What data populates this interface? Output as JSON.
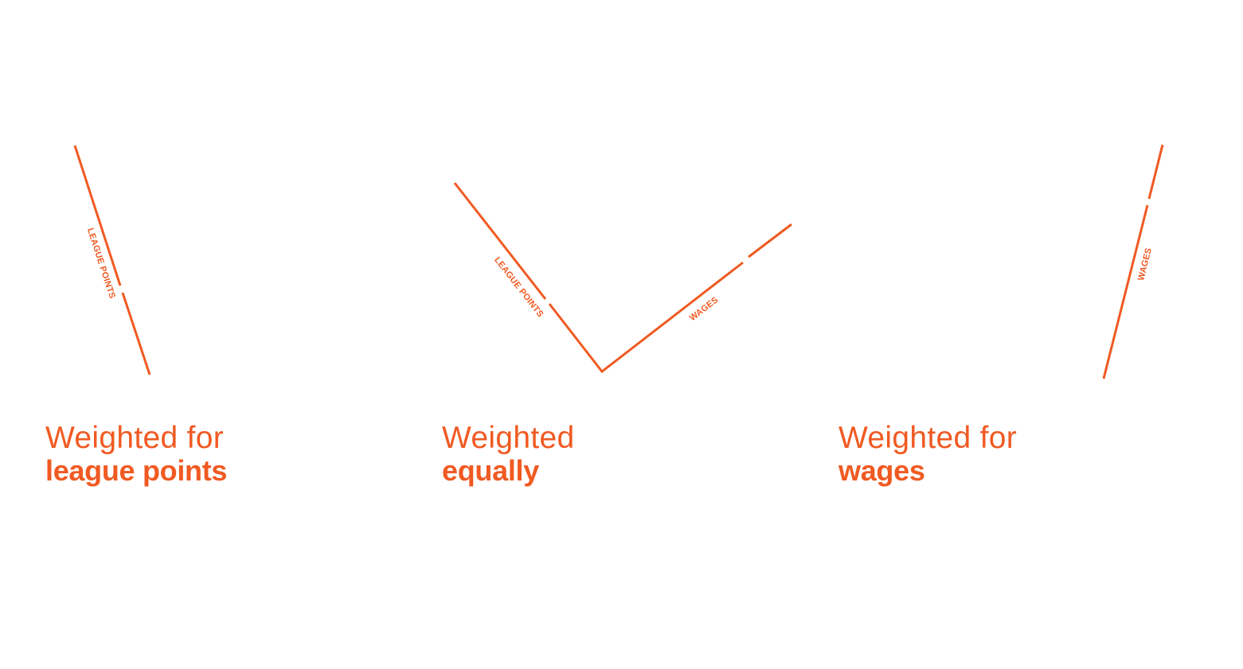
{
  "panels": [
    {
      "id": "league-points",
      "caption_line1": "Weighted for",
      "caption_line2": "league points",
      "axis_labels": [
        "LEAGUE POINTS"
      ]
    },
    {
      "id": "equal",
      "caption_line1": "Weighted",
      "caption_line2": "equally",
      "axis_labels": [
        "LEAGUE POINTS",
        "WAGES"
      ]
    },
    {
      "id": "wages",
      "caption_line1": "Weighted for",
      "caption_line2": "wages",
      "axis_labels": [
        "WAGES"
      ]
    }
  ],
  "colors": {
    "accent": "#f05a22",
    "background": "#ffffff"
  }
}
